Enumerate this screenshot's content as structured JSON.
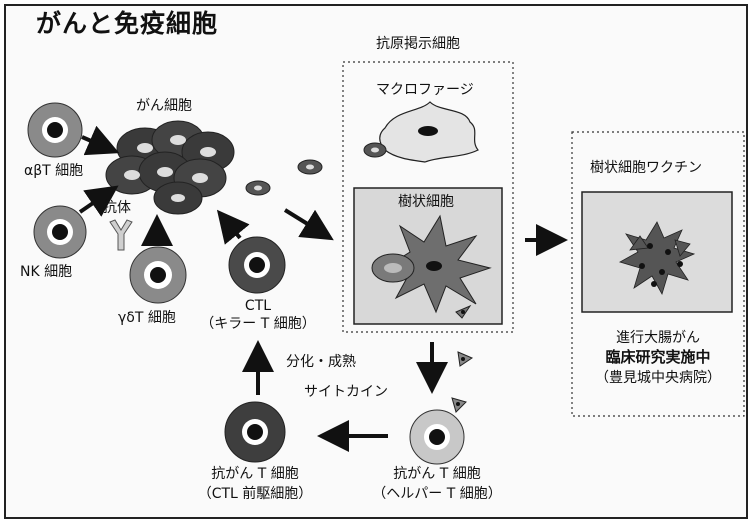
{
  "title": "がんと免疫細胞",
  "labels": {
    "cancer_cells": "がん細胞",
    "ab_t": "αβT 細胞",
    "nk": "NK 細胞",
    "antibody": "抗体",
    "gd_t": "γδT 細胞",
    "ctl_line1": "CTL",
    "ctl_line2": "（キラー T 細胞）",
    "apc_box": "抗原掲示細胞",
    "macrophage": "マクロファージ",
    "dendritic": "樹状細胞",
    "vaccine": "樹状細胞ワクチン",
    "differentiation": "分化・成熟",
    "cytokine": "サイトカイン",
    "helper_line1": "抗がん T 細胞",
    "helper_line2": "（ヘルパー T 細胞）",
    "precursor_line1": "抗がん T 細胞",
    "precursor_line2": "（CTL 前駆細胞）",
    "trial_line1": "進行大腸がん",
    "trial_line2": "臨床研究実施中",
    "trial_line3": "（豊見城中央病院）"
  },
  "colors": {
    "cancer_dark": "#3a3a3a",
    "cell_ring": "#8a8a8a",
    "ctl_ring": "#4a4a4a",
    "box_fill": "#d8d8d8",
    "arrow": "#111111"
  }
}
